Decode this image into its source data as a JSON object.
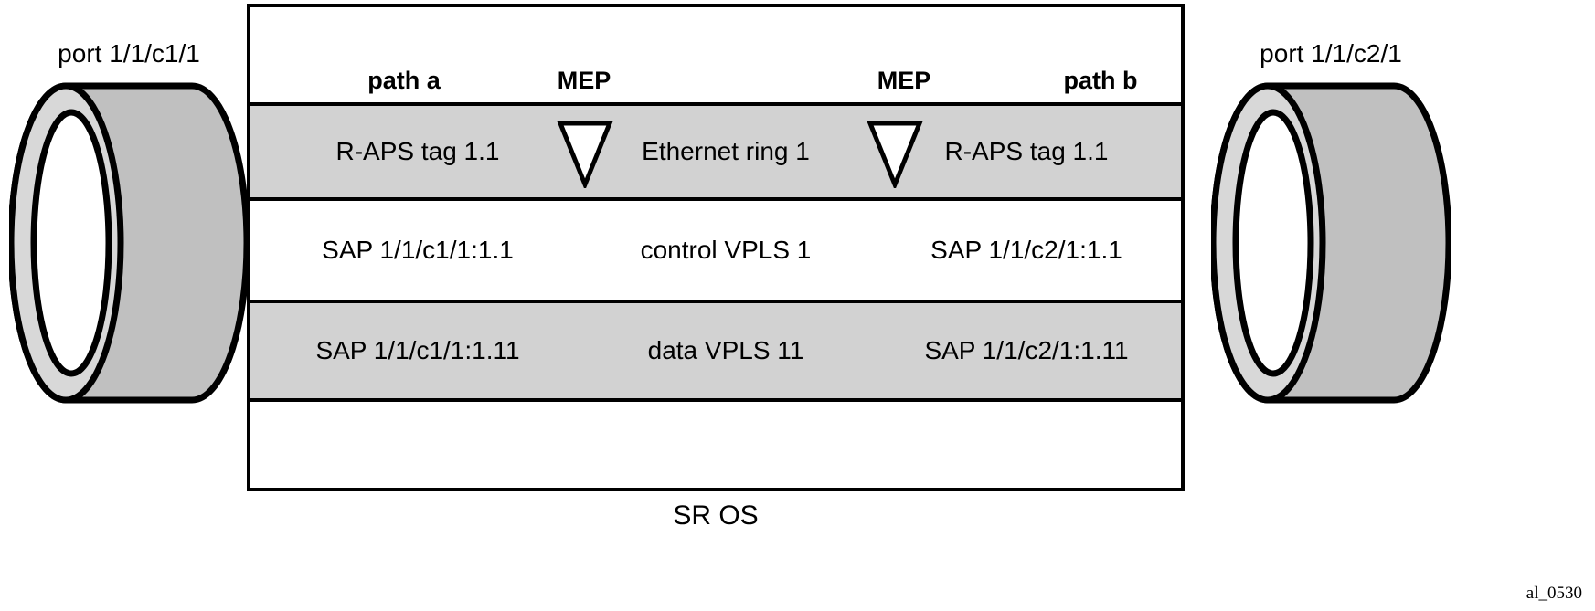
{
  "figure": {
    "caption": "SR OS",
    "figure_id": "al_0530"
  },
  "ports": {
    "left": {
      "label": "port 1/1/c1/1",
      "icon": "cylinder-port-icon"
    },
    "right": {
      "label": "port 1/1/c2/1",
      "icon": "cylinder-port-icon"
    }
  },
  "headers": {
    "path_a": "path a",
    "mep_a": "MEP",
    "mep_b": "MEP",
    "path_b": "path b"
  },
  "rows": [
    {
      "id": "ethernet-ring",
      "shaded": true,
      "left": "R-APS tag 1.1",
      "center": "Ethernet ring 1",
      "right": "R-APS tag 1.1",
      "has_mep": true
    },
    {
      "id": "control-vpls",
      "shaded": false,
      "left": "SAP 1/1/c1/1:1.1",
      "center": "control VPLS 1",
      "right": "SAP 1/1/c2/1:1.1",
      "has_mep": false
    },
    {
      "id": "data-vpls",
      "shaded": true,
      "left": "SAP 1/1/c1/1:1.11",
      "center": "data VPLS 11",
      "right": "SAP 1/1/c2/1:1.11",
      "has_mep": false
    }
  ],
  "colors": {
    "shaded_band": "#d2d2d2",
    "cylinder_body": "#c0c0c0",
    "cylinder_face": "#d8d8d8",
    "outline": "#000000",
    "background": "#ffffff"
  }
}
